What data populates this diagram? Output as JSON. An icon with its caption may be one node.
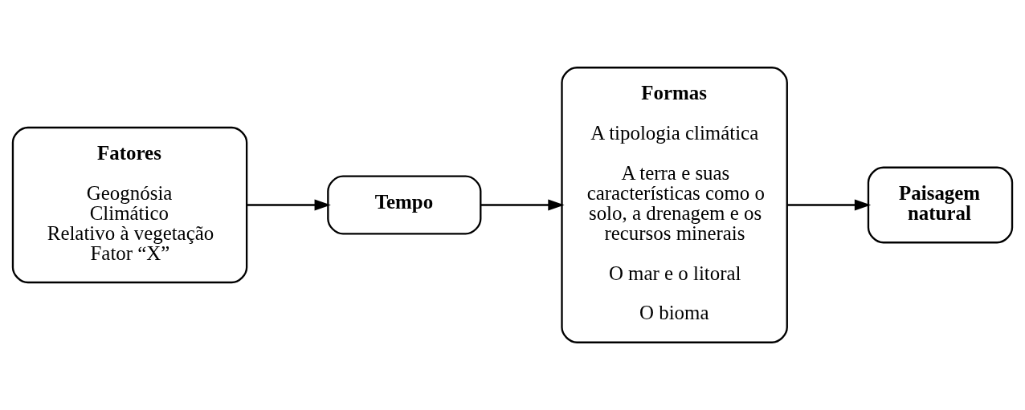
{
  "diagram": {
    "nodes": [
      {
        "text": [
          "Fatores",
          "Geognósia",
          "Climático",
          "Relativo à vegetação",
          "Fator “X”"
        ]
      },
      {
        "text": [
          "Tempo"
        ]
      },
      {
        "text": [
          "Formas",
          "A tipologia climática",
          "A terra e suas características como o solo, a drenagem e os recursos minerais",
          "O mar e o litoral",
          "O bioma"
        ]
      },
      {
        "text": [
          "Paisagem natural"
        ]
      }
    ],
    "edges": [
      {
        "from": 0,
        "to": 1,
        "arrow": "to"
      },
      {
        "from": 1,
        "to": 2,
        "arrow": "to"
      },
      {
        "from": 2,
        "to": 3,
        "arrow": "to"
      }
    ]
  }
}
